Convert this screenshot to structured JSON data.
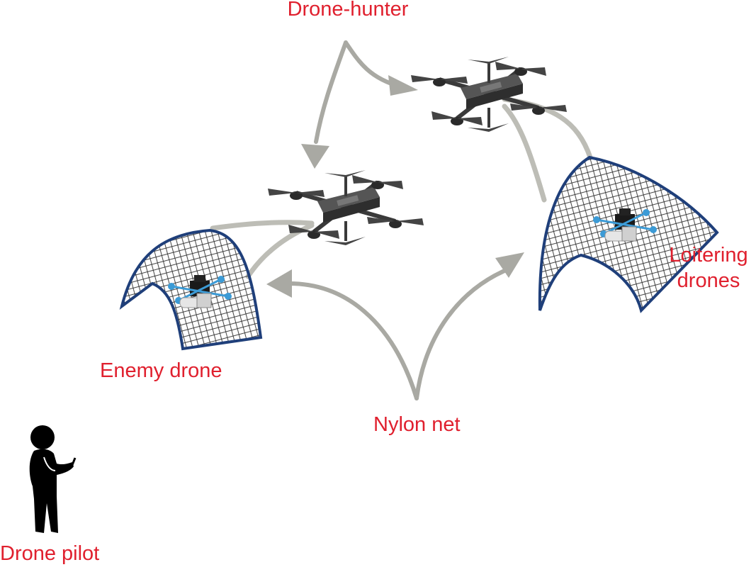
{
  "labels": {
    "drone_hunter": "Drone-hunter",
    "enemy_drone": "Enemy drone",
    "nylon_net": "Nylon net",
    "loitering_line1": "Loitering",
    "loitering_line2": "drones",
    "drone_pilot": "Drone pilot"
  },
  "colors": {
    "label": "#e0202e",
    "arrow": "#a9a9a3",
    "net": "#1f3f7a",
    "drone_body": "#3a3a3a",
    "drone_accent": "#3c9bd6",
    "pilot": "#000000"
  }
}
